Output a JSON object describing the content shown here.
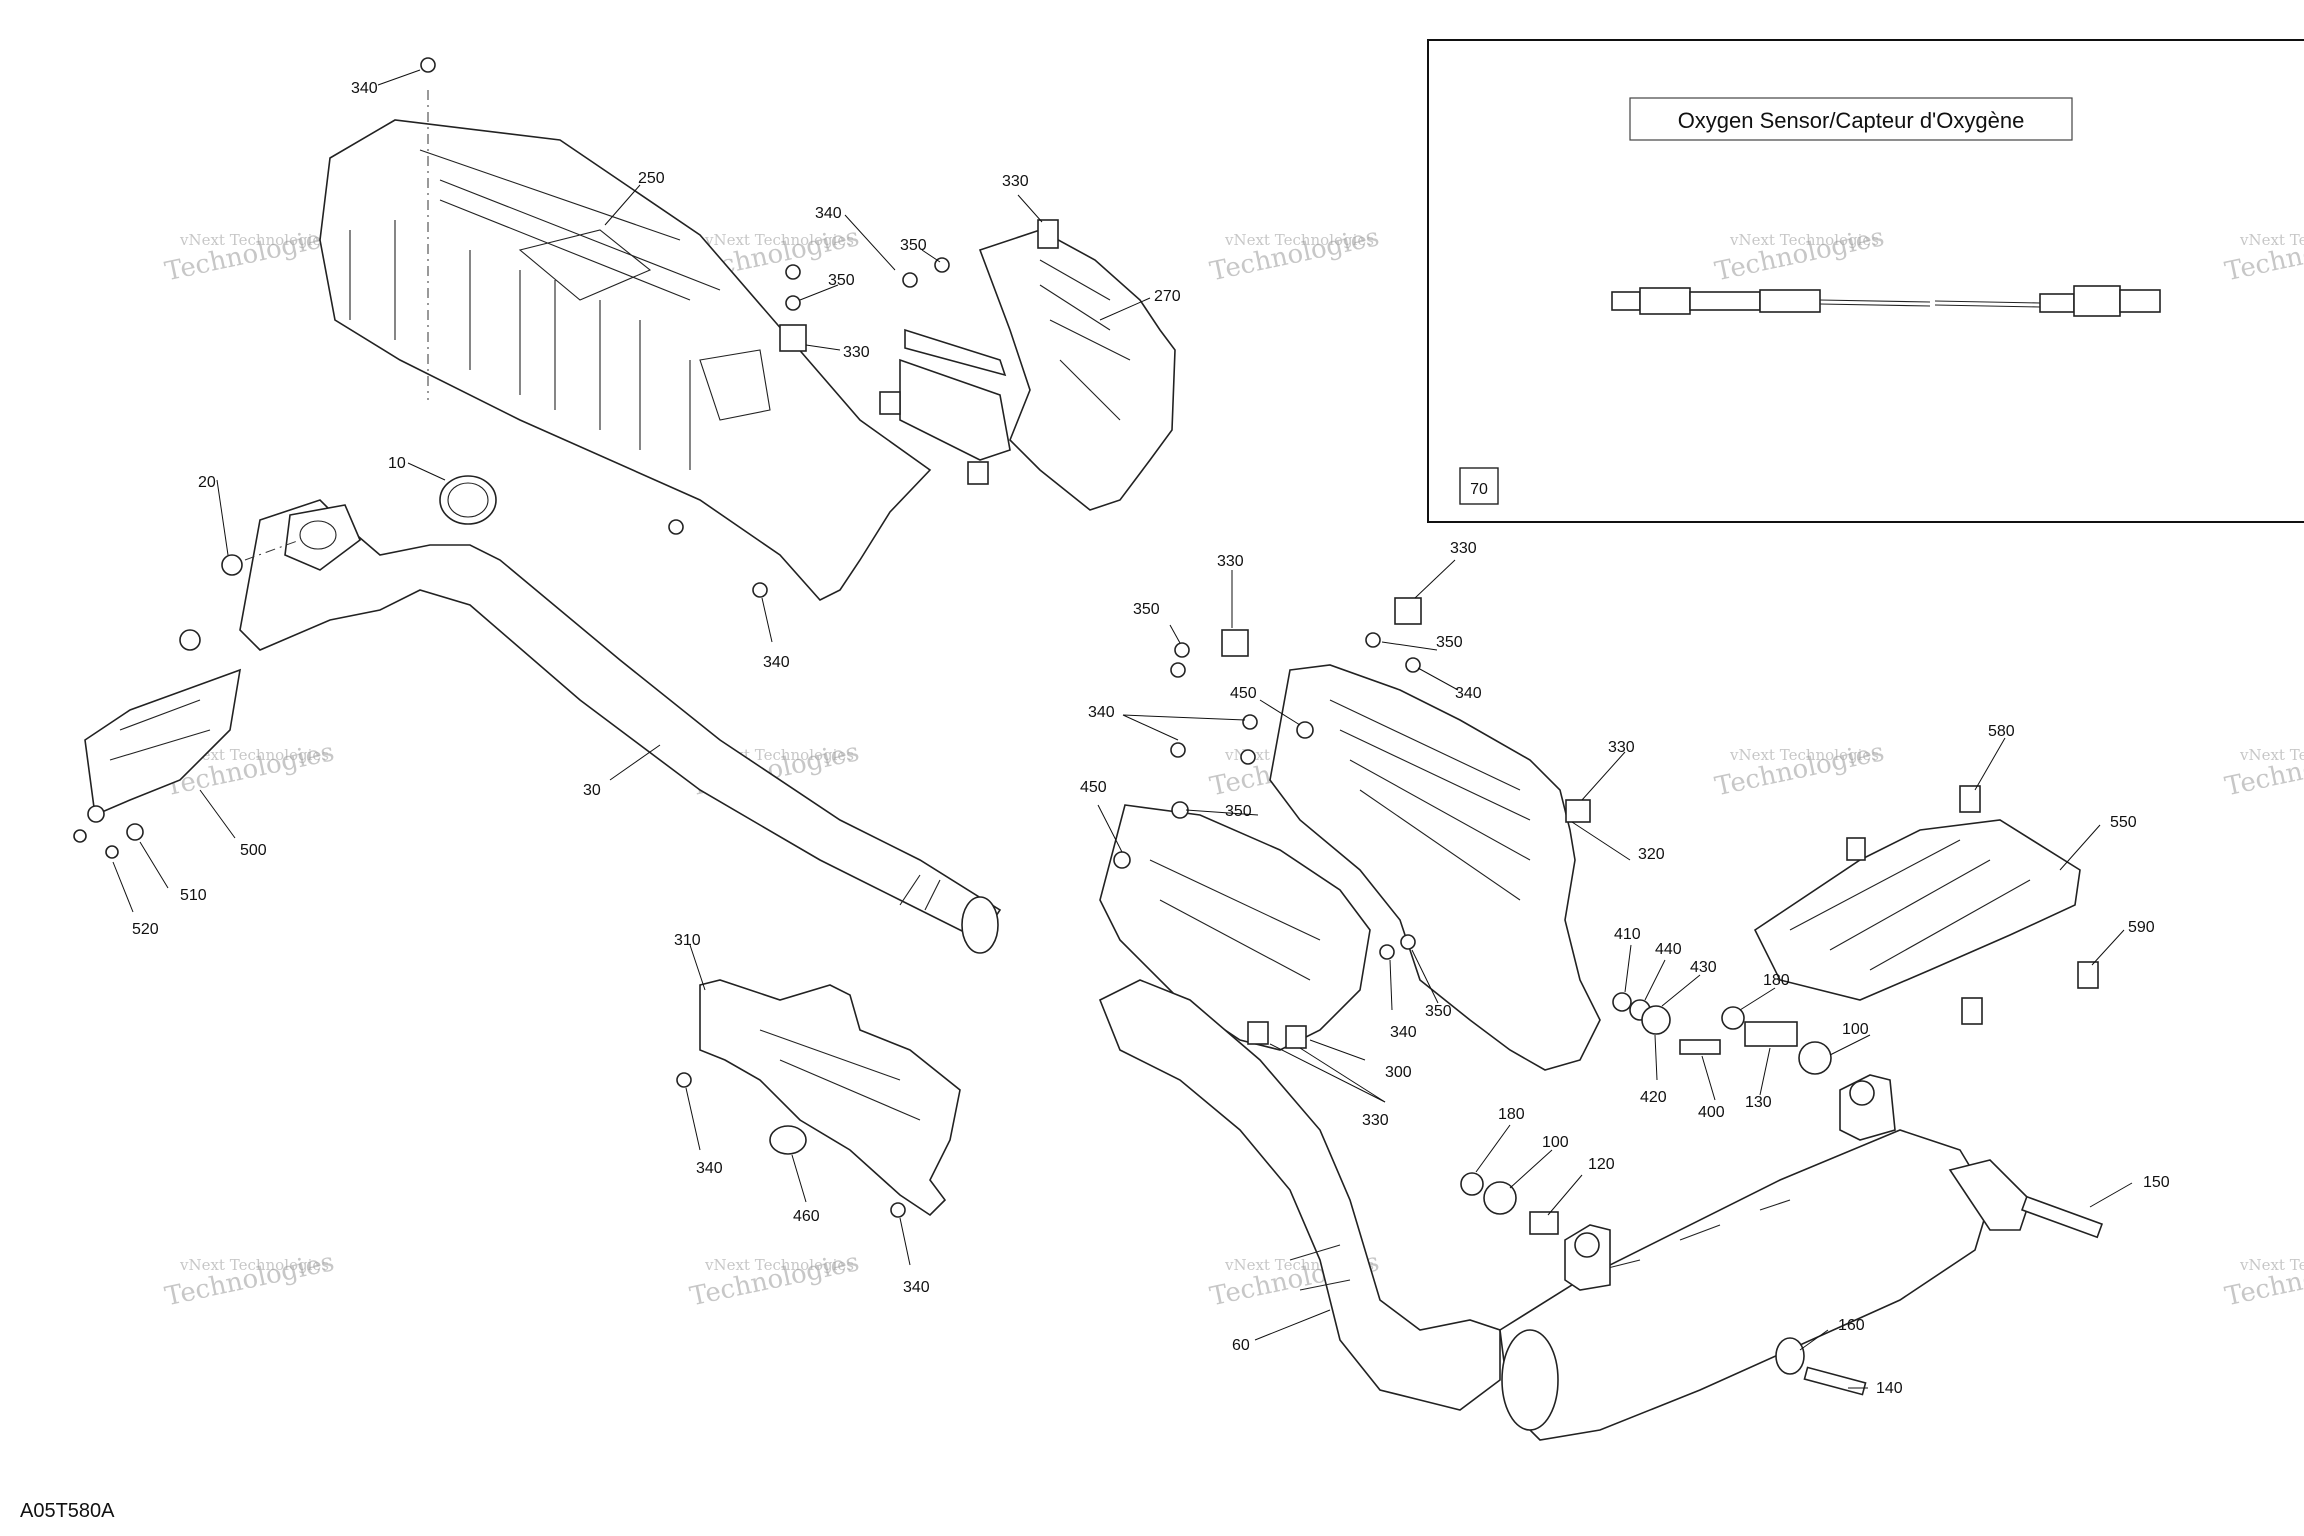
{
  "drawing": {
    "code": "A05T580A"
  },
  "inset": {
    "title": "Oxygen Sensor/Capteur d'Oxygène",
    "ref": "70"
  },
  "watermark": {
    "line1": "vNext Technologies",
    "line2": "Technologies"
  },
  "callouts": [
    {
      "id": "c340a",
      "label": "340"
    },
    {
      "id": "c250",
      "label": "250"
    },
    {
      "id": "c340b",
      "label": "340"
    },
    {
      "id": "c350a",
      "label": "350"
    },
    {
      "id": "c350b",
      "label": "350"
    },
    {
      "id": "c330a",
      "label": "330"
    },
    {
      "id": "c330b",
      "label": "330"
    },
    {
      "id": "c270",
      "label": "270"
    },
    {
      "id": "c20",
      "label": "20"
    },
    {
      "id": "c10",
      "label": "10"
    },
    {
      "id": "c340c",
      "label": "340"
    },
    {
      "id": "c30",
      "label": "30"
    },
    {
      "id": "c500",
      "label": "500"
    },
    {
      "id": "c510",
      "label": "510"
    },
    {
      "id": "c520",
      "label": "520"
    },
    {
      "id": "c330c",
      "label": "330"
    },
    {
      "id": "c330d",
      "label": "330"
    },
    {
      "id": "c350c",
      "label": "350"
    },
    {
      "id": "c350d",
      "label": "350"
    },
    {
      "id": "c340d",
      "label": "340"
    },
    {
      "id": "c450a",
      "label": "450"
    },
    {
      "id": "c340e",
      "label": "340"
    },
    {
      "id": "c450b",
      "label": "450"
    },
    {
      "id": "c350e",
      "label": "350"
    },
    {
      "id": "c330e",
      "label": "330"
    },
    {
      "id": "c320",
      "label": "320"
    },
    {
      "id": "c580",
      "label": "580"
    },
    {
      "id": "c550",
      "label": "550"
    },
    {
      "id": "c590",
      "label": "590"
    },
    {
      "id": "c310",
      "label": "310"
    },
    {
      "id": "c340f",
      "label": "340"
    },
    {
      "id": "c350f",
      "label": "350"
    },
    {
      "id": "c300",
      "label": "300"
    },
    {
      "id": "c330f",
      "label": "330"
    },
    {
      "id": "c410",
      "label": "410"
    },
    {
      "id": "c440",
      "label": "440"
    },
    {
      "id": "c430",
      "label": "430"
    },
    {
      "id": "c180a",
      "label": "180"
    },
    {
      "id": "c420",
      "label": "420"
    },
    {
      "id": "c400",
      "label": "400"
    },
    {
      "id": "c130",
      "label": "130"
    },
    {
      "id": "c100a",
      "label": "100"
    },
    {
      "id": "c340g",
      "label": "340"
    },
    {
      "id": "c460",
      "label": "460"
    },
    {
      "id": "c340h",
      "label": "340"
    },
    {
      "id": "c180b",
      "label": "180"
    },
    {
      "id": "c100b",
      "label": "100"
    },
    {
      "id": "c120",
      "label": "120"
    },
    {
      "id": "c150",
      "label": "150"
    },
    {
      "id": "c60",
      "label": "60"
    },
    {
      "id": "c160",
      "label": "160"
    },
    {
      "id": "c140",
      "label": "140"
    }
  ]
}
